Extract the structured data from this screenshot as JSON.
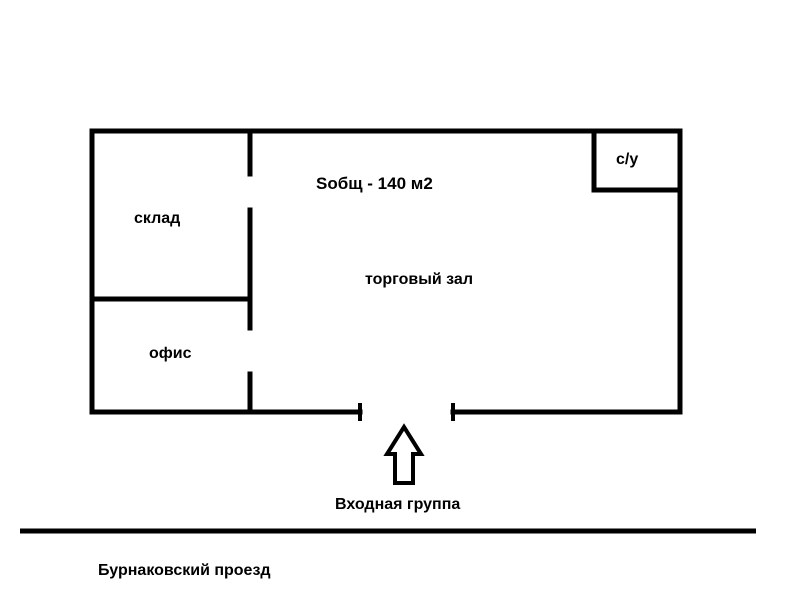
{
  "plan": {
    "total_area": "Sобщ - 140 м2",
    "rooms": {
      "wc": "с/у",
      "storage": "склад",
      "sales_hall": "торговый зал",
      "office": "офис"
    },
    "entrance_label": "Входная группа",
    "street_label": "Бурнаковский проезд"
  },
  "colors": {
    "line": "#000000",
    "background": "#ffffff"
  },
  "icons": {
    "entrance_arrow": "arrow-up-outline-icon"
  }
}
